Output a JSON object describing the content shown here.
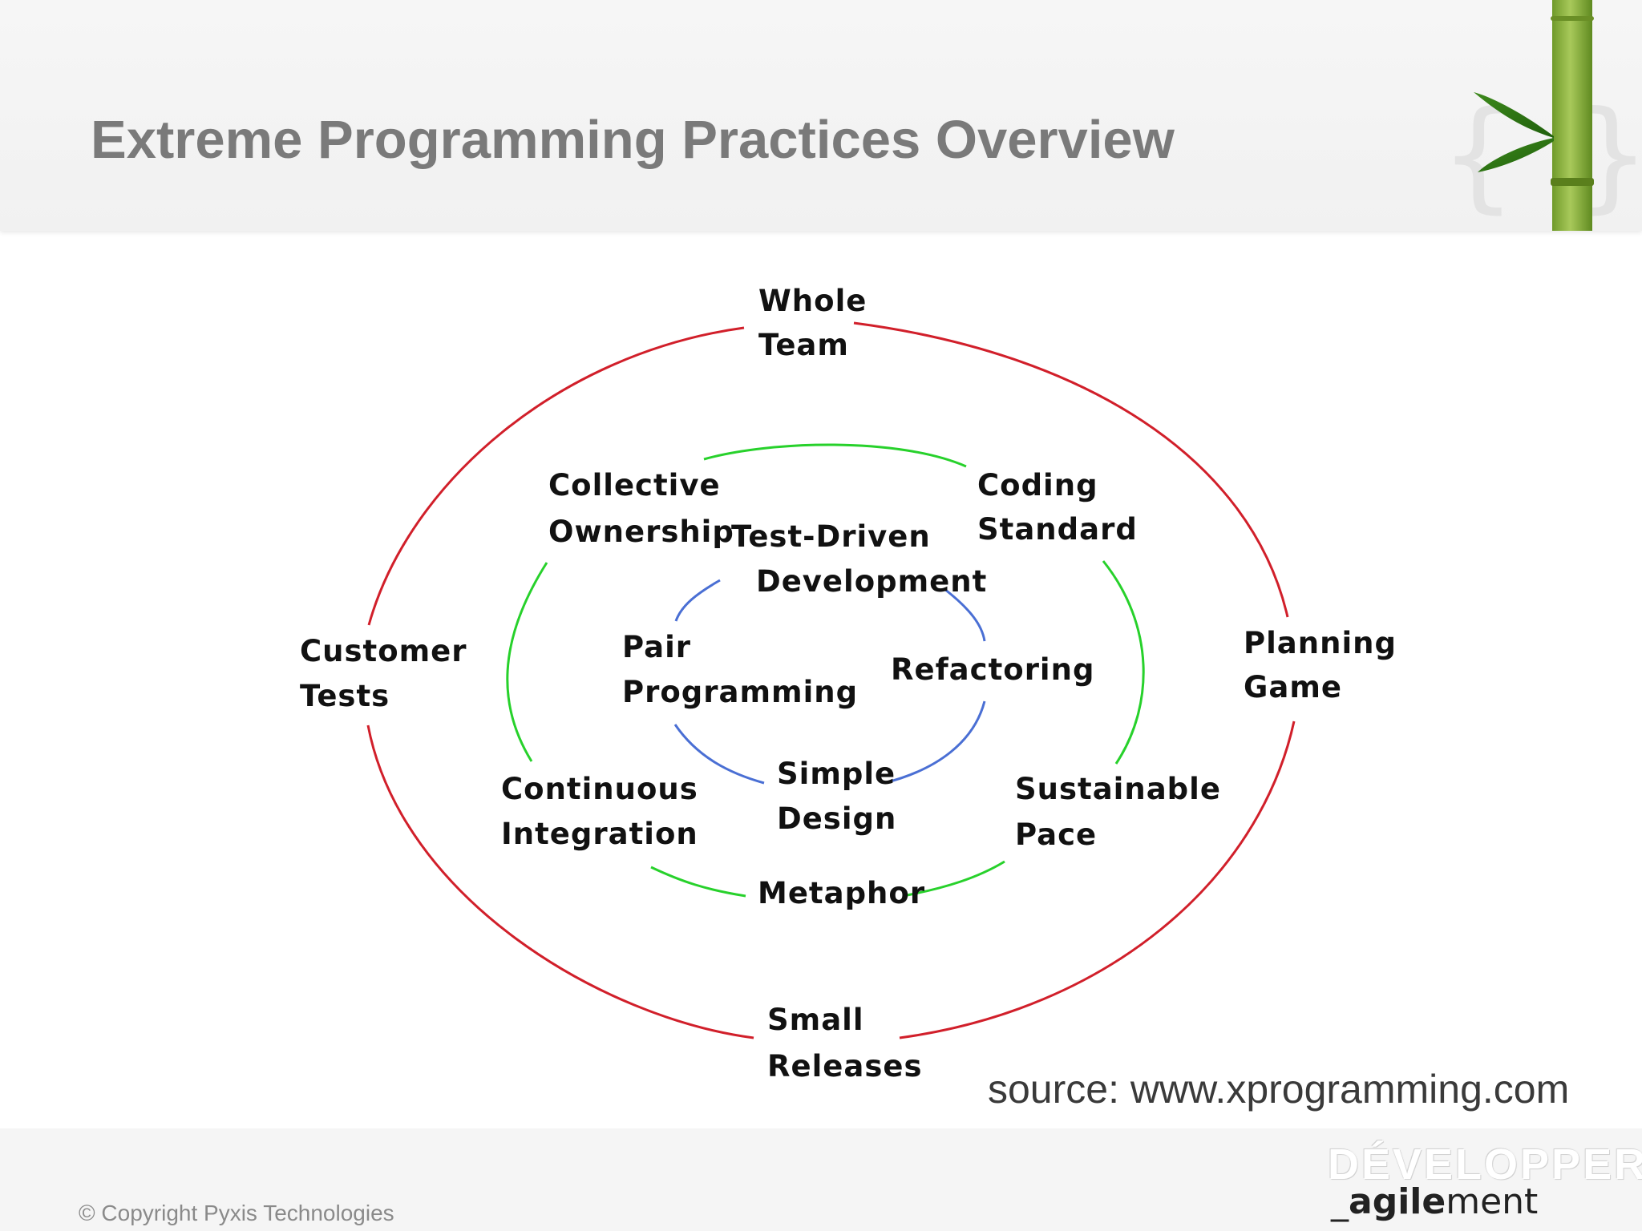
{
  "slide": {
    "title": "Extreme Programming Practices Overview",
    "source": "source: www.xprogramming.com",
    "copyright": "© Copyright Pyxis Technologies",
    "brand": {
      "line1": "DÉVELOPPER",
      "prefix": "_",
      "bold": "agile",
      "rest": "ment"
    }
  },
  "diagram": {
    "rings": [
      {
        "name": "outer",
        "color": "#d11f2a"
      },
      {
        "name": "middle",
        "color": "#27d12b"
      },
      {
        "name": "inner",
        "color": "#4a6fd4"
      }
    ],
    "outer_practices": {
      "whole_team": [
        "Whole",
        "Team"
      ],
      "customer_tests": [
        "Customer",
        "Tests"
      ],
      "planning_game": [
        "Planning",
        "Game"
      ],
      "small_releases": [
        "Small",
        "Releases"
      ]
    },
    "middle_practices": {
      "collective_ownership": [
        "Collective",
        "Ownership"
      ],
      "coding_standard": [
        "Coding",
        "Standard"
      ],
      "continuous_integration": [
        "Continuous",
        "Integration"
      ],
      "sustainable_pace": [
        "Sustainable",
        "Pace"
      ],
      "metaphor": [
        "Metaphor"
      ]
    },
    "inner_practices": {
      "test_driven_development": [
        "Test-Driven",
        "Development"
      ],
      "pair_programming": [
        "Pair",
        "Programming"
      ],
      "refactoring": [
        "Refactoring"
      ],
      "simple_design": [
        "Simple",
        "Design"
      ]
    }
  }
}
